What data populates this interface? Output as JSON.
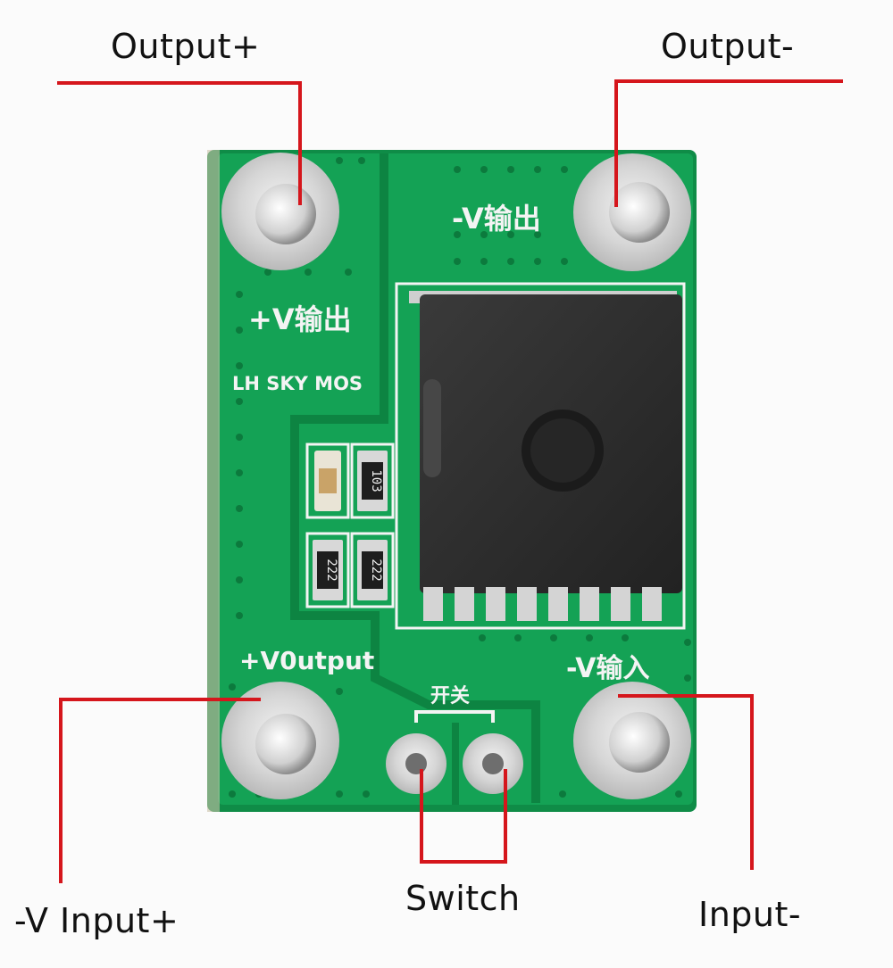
{
  "callouts": {
    "output_plus": "Output+",
    "output_minus": "Output-",
    "input_plus": "-V Input+",
    "switch": "Switch",
    "input_minus": "Input-"
  },
  "board": {
    "silk_v_out_minus": "-V输出",
    "silk_v_out_plus": "+V输出",
    "silk_brand": "LH SKY MOS",
    "silk_v_output": "+V0utput",
    "silk_v_in": "-V输入",
    "silk_switch_cn": "开关",
    "resistor_1": "103",
    "resistor_2": "222",
    "resistor_3": "222"
  },
  "colors": {
    "pcb_green": "#14a255",
    "callout_line": "#d5161c",
    "pad_silver": "#d9d9d9",
    "chip_black": "#2b2b2b"
  }
}
